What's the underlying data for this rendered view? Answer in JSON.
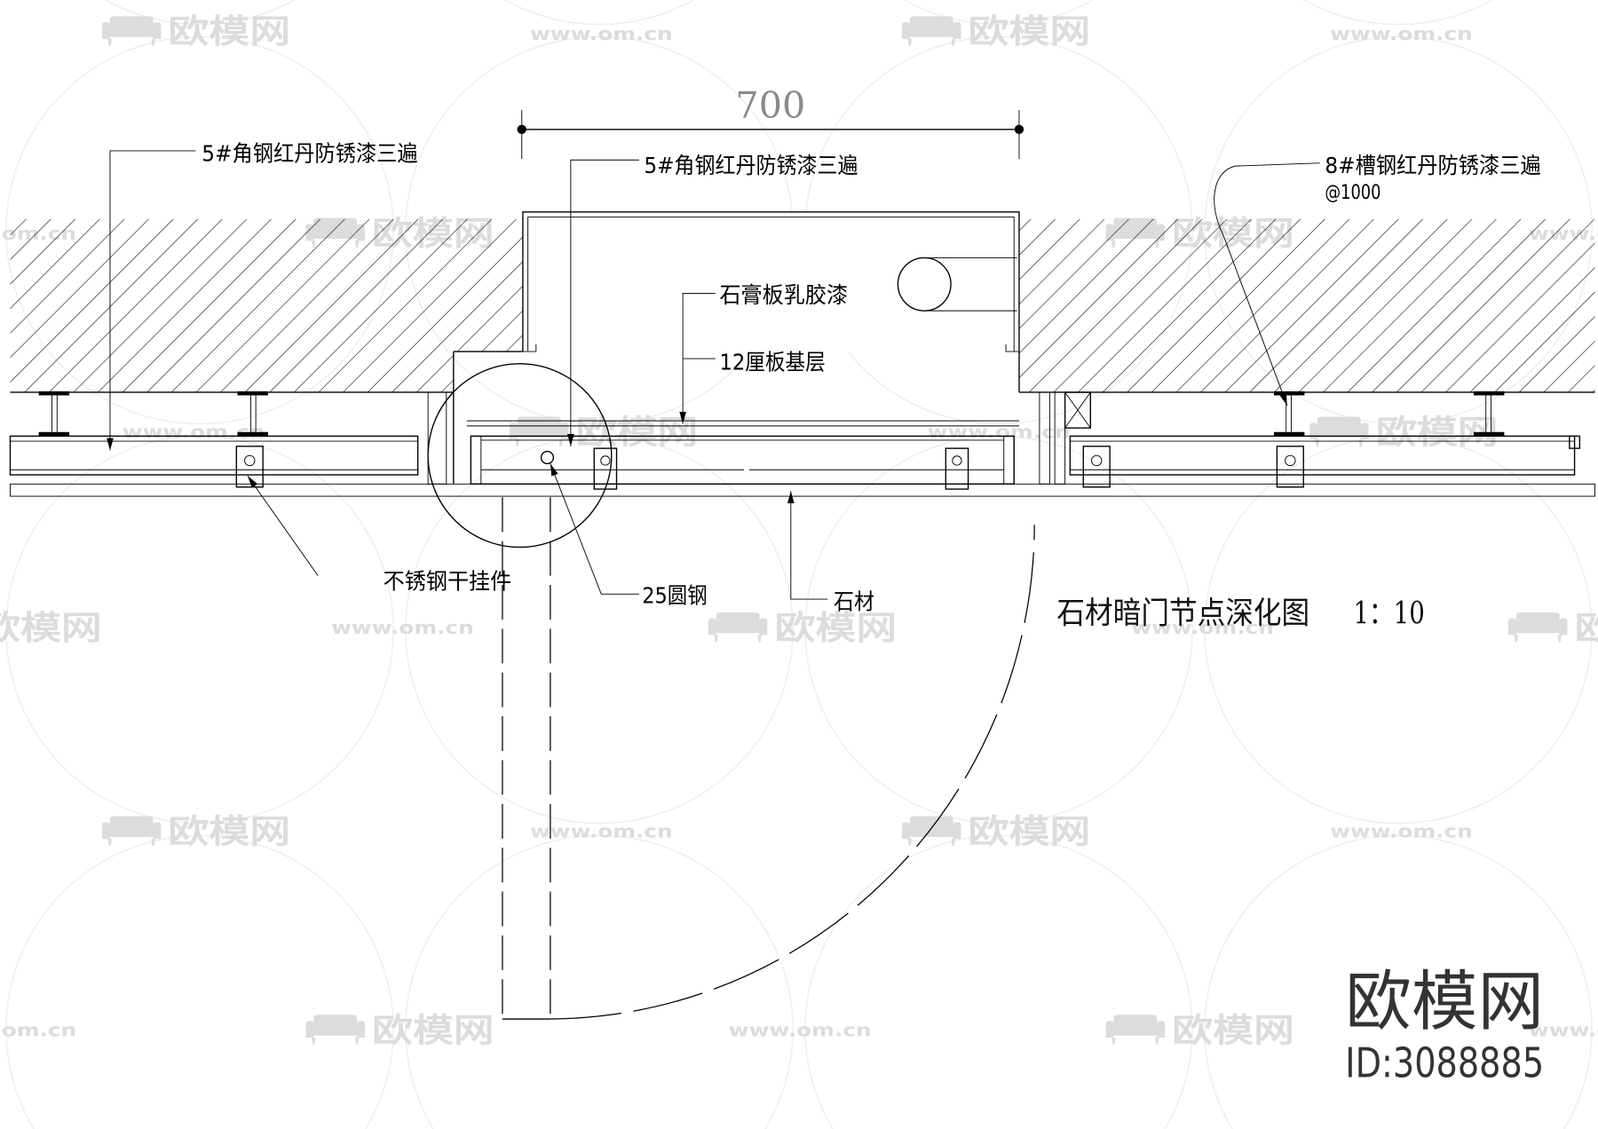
{
  "drawing": {
    "title": "石材暗门节点深化图",
    "scale": "1：10",
    "dimension": "700"
  },
  "labels": {
    "angle_steel_left": "5#角钢红丹防锈漆三遍",
    "angle_steel_center": "5#角钢红丹防锈漆三遍",
    "channel_steel": "8#槽钢红丹防锈漆三遍",
    "channel_spacing": "@1000",
    "gypsum_board": "石膏板乳胶漆",
    "plywood_base": "12厘板基层",
    "dry_hanging": "不锈钢干挂件",
    "round_steel": "25圆钢",
    "stone": "石材"
  },
  "branding": {
    "logo": "欧模网",
    "id": "ID:3088885"
  },
  "watermark": {
    "logo_text": "欧模网",
    "url_text": "www.om.cn",
    "icon": "sofa-logo-icon"
  },
  "colors": {
    "line": "#000000",
    "dimension_text": "#8a8a8a",
    "watermark": "#dcdcdc",
    "brand": "#333333"
  }
}
